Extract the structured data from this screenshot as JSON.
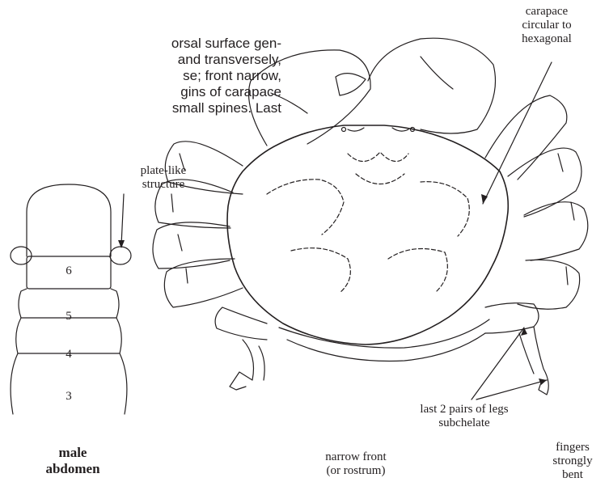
{
  "description_text": [
    "orsal surface gen-",
    "and transversely,",
    "se; front narrow,",
    "gins of carapace",
    "small spines. Last"
  ],
  "labels": {
    "carapace": [
      "carapace",
      "circular to",
      "hexagonal"
    ],
    "plate": [
      "plate-like",
      "structure"
    ],
    "legs": [
      "last 2 pairs of legs",
      "subchelate"
    ],
    "front": [
      "narrow front",
      "(or rostrum)"
    ],
    "fingers": [
      "fingers",
      "strongly",
      "bent"
    ],
    "abdomen_title": [
      "male",
      "abdomen"
    ]
  },
  "abdomen_segments": [
    "6",
    "5",
    "4",
    "3"
  ]
}
